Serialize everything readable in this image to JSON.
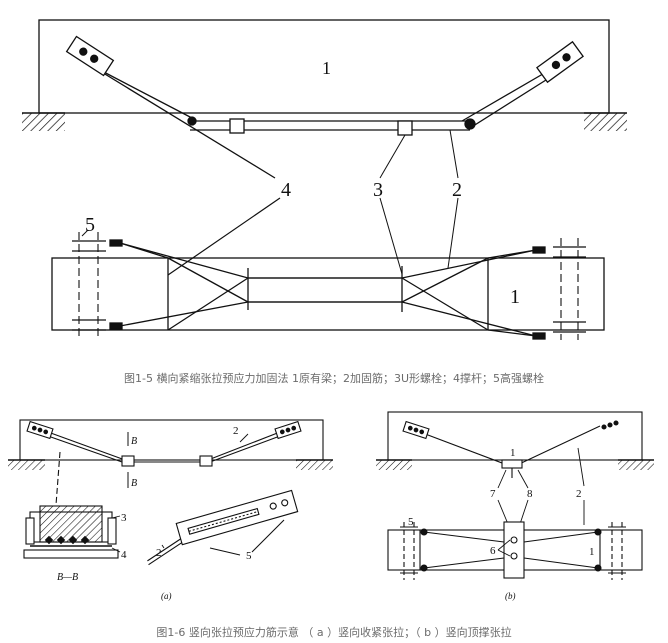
{
  "fig1": {
    "caption": "图1-5 横向紧缩张拉预应力加固法 1原有梁；2加固筋；3U形螺栓；4撑杆；5高强螺栓",
    "labels": {
      "beam_top": "1",
      "beam_plan": "1",
      "n2": "2",
      "n3": "3",
      "n4": "4",
      "n5": "5"
    }
  },
  "fig2": {
    "caption": "图1-6 竖向张拉预应力筋示意 （ a ）竖向收紧张拉；（ b ）竖向顶撑张拉",
    "a": {
      "sub": "(a)",
      "section": "B—B",
      "B_top": "B",
      "B_bot": "B",
      "n2": "2",
      "n2b": "2",
      "n3": "3",
      "n4": "4",
      "n5": "5"
    },
    "b": {
      "sub": "(b)",
      "n1": "1",
      "n2": "2",
      "n5": "5",
      "n6": "6",
      "n7": "7",
      "n8": "8",
      "n1plan": "1"
    }
  }
}
